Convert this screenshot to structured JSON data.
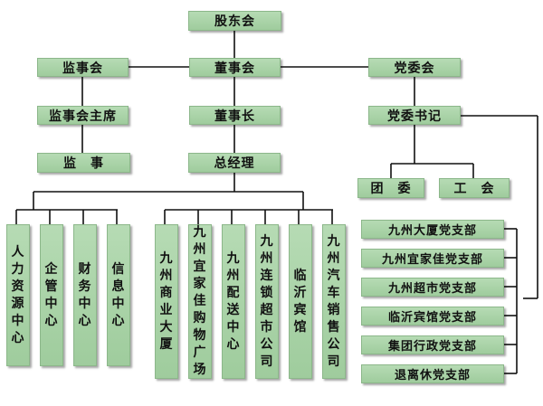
{
  "colors": {
    "box_fill": "#a9d3a7",
    "box_border": "#8cb78a",
    "line": "#111111"
  },
  "nodes": {
    "gudonghui": "股东会",
    "jianshihui": "监事会",
    "dongshihui": "董事会",
    "dangweihui": "党委会",
    "jianshihui_zhuxi": "监事会主席",
    "dongshizhang": "董事长",
    "dangwei_shuji": "党委书记",
    "jianshi": "监　事",
    "zongjingli": "总经理",
    "tuanwei": "团　委",
    "gonghui": "工　会"
  },
  "centers": [
    "人力资源中心",
    "企管中心",
    "财务中心",
    "信息中心"
  ],
  "companies": [
    "九州商业大厦",
    "九州宜家佳购物广场",
    "九州配送中心",
    "九州连锁超市公司",
    "临沂宾馆",
    "九州汽车销售公司"
  ],
  "party_branches": [
    "九州大厦党支部",
    "九州宜家佳党支部",
    "九州超市党支部",
    "临沂宾馆党支部",
    "集团行政党支部",
    "退离休党支部"
  ]
}
